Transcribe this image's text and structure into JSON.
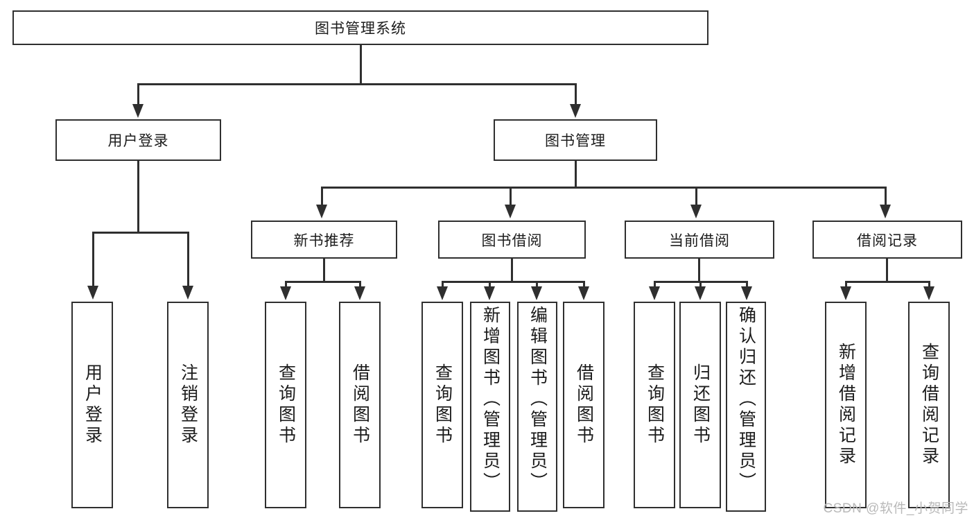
{
  "diagram": {
    "type": "tree",
    "title": "图书管理系统",
    "orientation": "top-down",
    "root": {
      "label": "图书管理系统"
    },
    "level1": [
      {
        "label": "用户登录"
      },
      {
        "label": "图书管理"
      }
    ],
    "level2": [
      {
        "label": "新书推荐",
        "parent": "图书管理"
      },
      {
        "label": "图书借阅",
        "parent": "图书管理"
      },
      {
        "label": "当前借阅",
        "parent": "图书管理"
      },
      {
        "label": "借阅记录",
        "parent": "图书管理"
      }
    ],
    "leaves": [
      {
        "label": "用户登录",
        "parent": "用户登录"
      },
      {
        "label": "注销登录",
        "parent": "用户登录"
      },
      {
        "label": "查询图书",
        "parent": "新书推荐"
      },
      {
        "label": "借阅图书",
        "parent": "新书推荐"
      },
      {
        "label": "查询图书",
        "parent": "图书借阅"
      },
      {
        "label": "新增图书（管理员）",
        "parent": "图书借阅"
      },
      {
        "label": "编辑图书（管理员）",
        "parent": "图书借阅"
      },
      {
        "label": "借阅图书",
        "parent": "图书借阅"
      },
      {
        "label": "查询图书",
        "parent": "当前借阅"
      },
      {
        "label": "归还图书",
        "parent": "当前借阅"
      },
      {
        "label": "确认归还（管理员）",
        "parent": "当前借阅"
      },
      {
        "label": "新增借阅记录",
        "parent": "借阅记录"
      },
      {
        "label": "查询借阅记录",
        "parent": "借阅记录"
      }
    ]
  },
  "watermark": {
    "text": "CSDN @软件_小贺同学"
  },
  "colors": {
    "stroke": "#2f2f2f",
    "background": "#ffffff",
    "text": "#1b1b1b",
    "watermark": "#b9b9b9"
  }
}
